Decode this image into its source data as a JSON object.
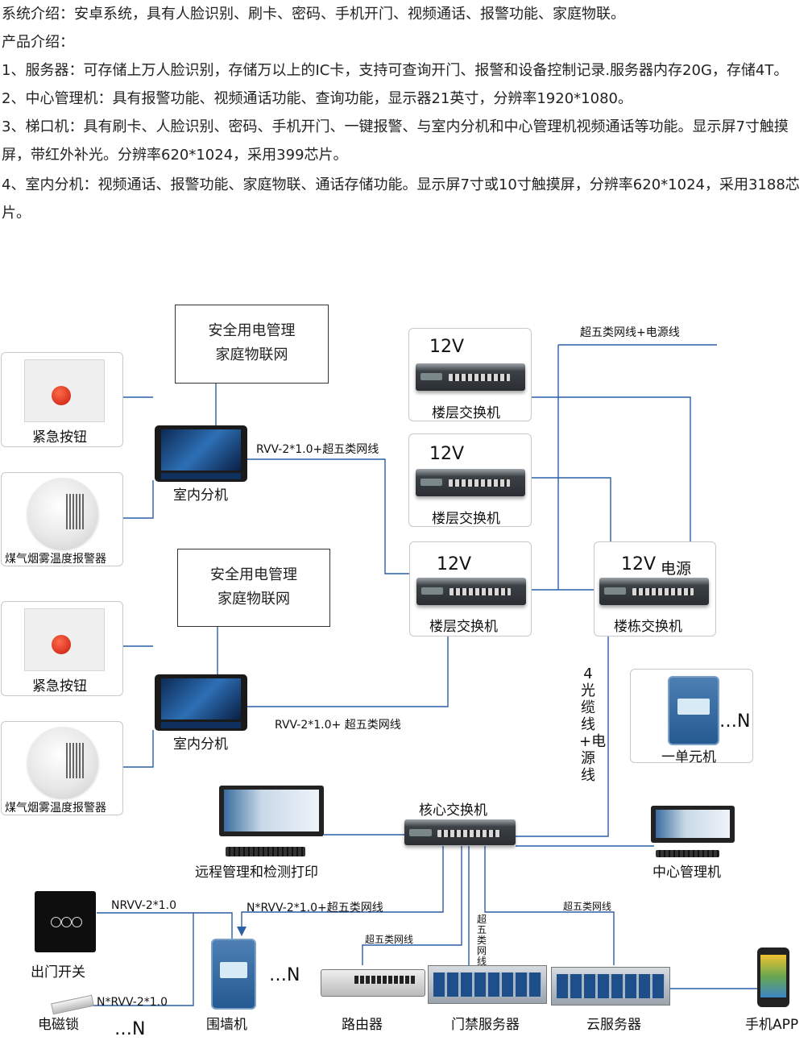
{
  "intro": {
    "lines": [
      "系统介绍：安卓系统，具有人脸识别、刷卡、密码、手机开门、视频通话、报警功能、家庭物联。",
      "产品介绍：",
      "1、服务器：可存储上万人脸识别，存储万以上的IC卡，支持可查询开门、报警和设备控制记录.服务器内存20G，存储4T。",
      "2、中心管理机：具有报警功能、视频通话功能、查询功能，显示器21英寸，分辨率1920*1080。",
      "3、梯口机：具有刷卡、人脸识别、密码、手机开门、一键报警、与室内分机和中心管理机视频通话等功能。显示屏7寸触摸屏，带红外补光。分辨率620*1024，采用399芯片。",
      "4、室内分机：视频通话、报警功能、家庭物联、通话存储功能。显示屏7寸或10寸触摸屏，分辨率620*1024，采用3188芯片。"
    ]
  },
  "diagram": {
    "iot_box_1": {
      "line1": "安全用电管理",
      "line2": "家庭物联网"
    },
    "iot_box_2": {
      "line1": "安全用电管理",
      "line2": "家庭物联网"
    },
    "emergency_button_1": "紧急按钮",
    "emergency_button_2": "紧急按钮",
    "gas_alarm_1": "煤气烟雾温度报警器",
    "gas_alarm_2": "煤气烟雾温度报警器",
    "indoor_unit_1": "室内分机",
    "indoor_unit_2": "室内分机",
    "cable_1": "RVV-2*1.0+超五类网线",
    "cable_2": "RVV-2*1.0+ 超五类网线",
    "floor_switch_1": {
      "voltage": "12V",
      "label": "楼层交换机"
    },
    "floor_switch_2": {
      "voltage": "12V",
      "label": "楼层交换机"
    },
    "floor_switch_3": {
      "voltage": "12V",
      "label": "楼层交换机"
    },
    "building_switch": {
      "voltage": "12V",
      "power": "电源",
      "label": "楼栋交换机"
    },
    "top_cable": "超五类网线+电源线",
    "fiber_cable": "4光缆线+电源线",
    "unit_door": {
      "label": "一单元机",
      "ellipsis": "…N"
    },
    "core_switch": "核心交换机",
    "remote_pc": "远程管理和检测打印",
    "center_pc": "中心管理机",
    "exit_switch": "出门开关",
    "cable_nrvv": "NRVV-2*1.0",
    "cable_nrvv_net": "N*RVV-2*1.0+超五类网线",
    "cable_maglock": "N*RVV-2*1.0",
    "maglock": "电磁锁",
    "maglock_ellipsis": "…N",
    "wall_unit": "围墙机",
    "wall_unit_ellipsis": "…N",
    "cable_router": "超五类网线",
    "cable_access": "超五类网线",
    "cable_cloud": "超五类网线",
    "router": "路由器",
    "access_server": "门禁服务器",
    "cloud_server": "云服务器",
    "phone_app": "手机APP"
  },
  "colors": {
    "line": "#2b5fa8",
    "text": "#222222"
  }
}
